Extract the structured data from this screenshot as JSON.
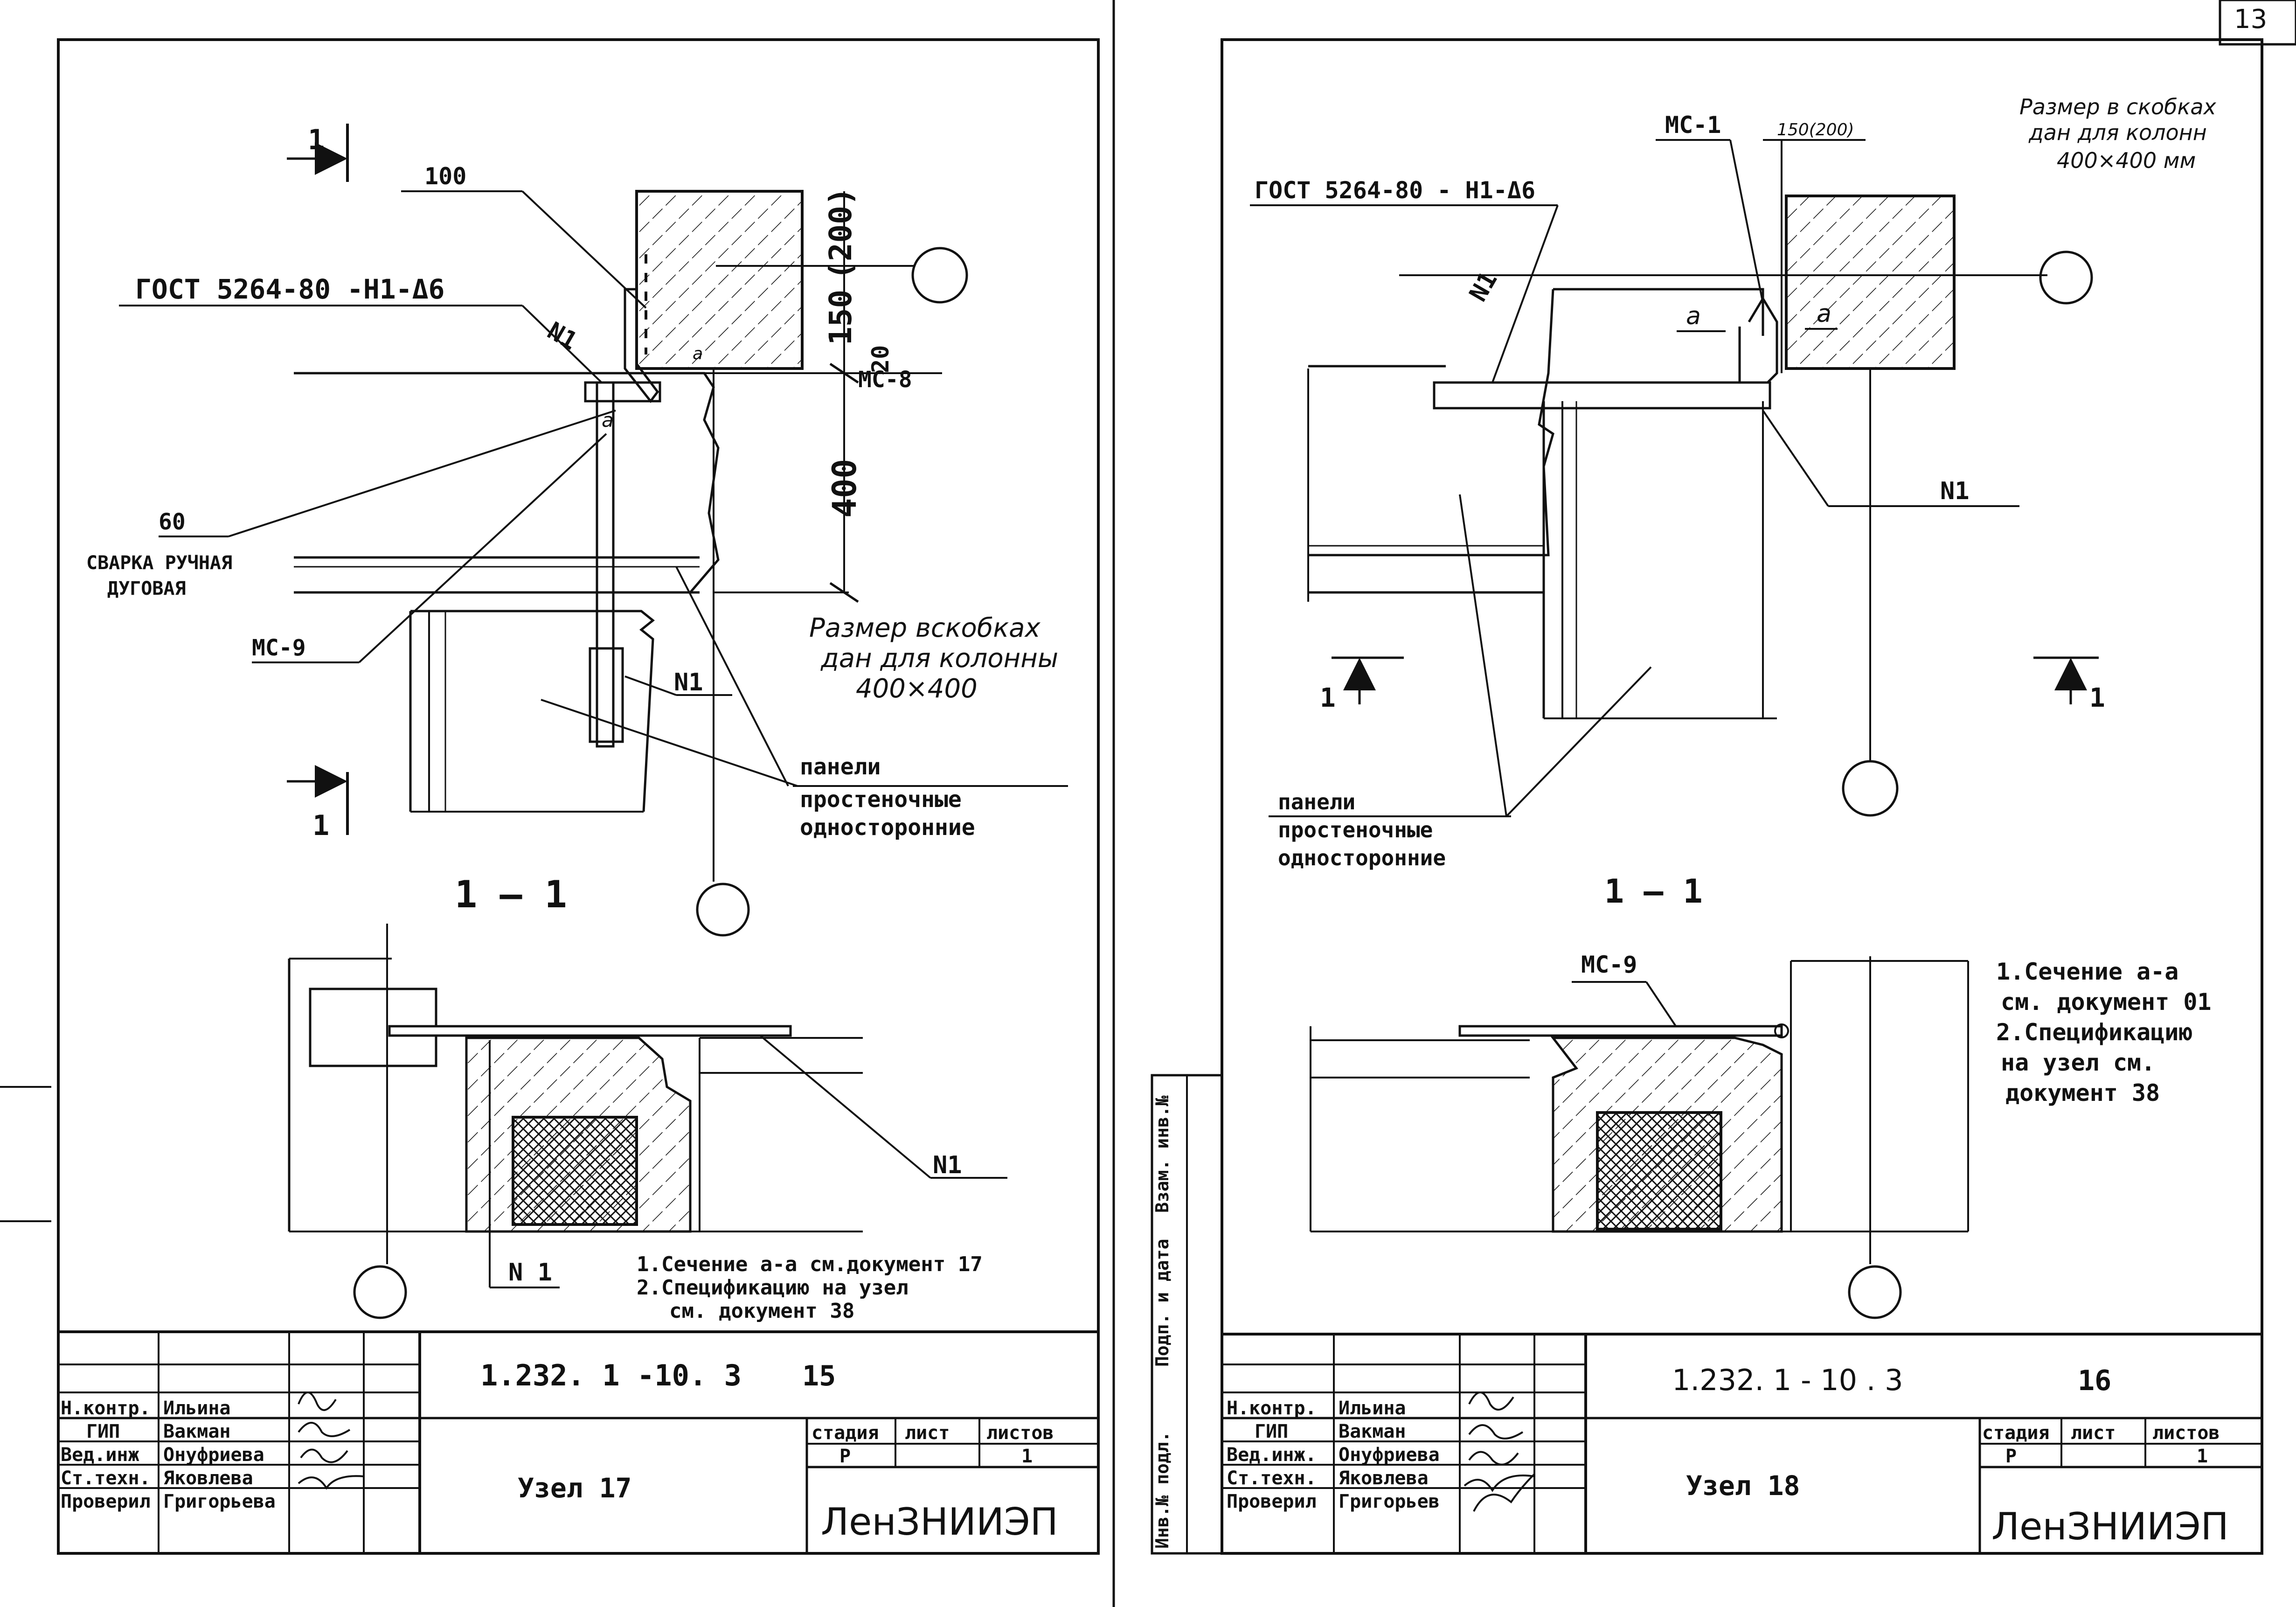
{
  "page_number": "13",
  "left_sheet": {
    "section_arrow_label": "1",
    "section_arrow_label_bottom": "1",
    "callout_100": "100",
    "callout_gost": "ГОСТ 5264-80 -Н1-Δ6",
    "callout_n1_diag": "N1",
    "dim_150": "150",
    "dim_200": "(200)",
    "dim_20": "20",
    "dim_400": "400",
    "label_mc8": "МС-8",
    "label_a": "a",
    "callout_60": "60",
    "weld_line1": "СВАРКА РУЧНАЯ",
    "weld_line2": "ДУГОВАЯ",
    "label_mc9": "МС-9",
    "label_n1": "N1",
    "size_note_line1": "Размер вскобках",
    "size_note_line2": "дан для колонны",
    "size_note_line3": "400×400",
    "panels_line1": "панели",
    "panels_line2": "простеночные",
    "panels_line3": "односторонние",
    "section_title": "1 — 1",
    "plan_n1_right": "N1",
    "plan_n1_bottom": "N 1",
    "notes_line1": "1.Сечение  a-a  см.документ 17",
    "notes_line2": "2.Спецификацию  на узел",
    "notes_line3": "см.  документ 38",
    "title_block": {
      "code": "1.232. 1 -10. 3",
      "sheet_no": "15",
      "staff": [
        {
          "role": "Н.контр.",
          "name": "Ильина"
        },
        {
          "role": "ГИП",
          "name": "Вакман"
        },
        {
          "role": "Вед.инж",
          "name": "Онуфриева"
        },
        {
          "role": "Ст.техн.",
          "name": "Яковлева"
        },
        {
          "role": "Проверил",
          "name": "Григорьева"
        }
      ],
      "stage_label": "стадия",
      "list_label": "лист",
      "lists_label": "листов",
      "stage_value": "Р",
      "lists_value": "1",
      "node_title": "Узел  17",
      "org": "ЛенЗНИИЭП"
    }
  },
  "right_sheet": {
    "side_label_1": "Инв.№ подл.",
    "side_label_2": "Подп. и дата",
    "side_label_3": "Взам. инв.№",
    "label_mc1": "МС-1",
    "dim_150_200": "150(200)",
    "callout_gost": "ГОСТ 5264-80 - Н1-Δ6",
    "callout_n1_diag": "N1",
    "label_a_left": "a",
    "label_a_right": "a",
    "size_note_line1": "Размер в скобках",
    "size_note_line2": "дан для колонн",
    "size_note_line3": "400×400 мм",
    "label_n1": "N1",
    "section_mark_left": "1",
    "section_mark_right": "1",
    "panels_line1": "панели",
    "panels_line2": "простеночные",
    "panels_line3": "односторонние",
    "section_title": "1 — 1",
    "label_mc9": "МС-9",
    "notes_line1": "1.Сечение  a-a",
    "notes_line2": "см. документ 01",
    "notes_line3": "2.Спецификацию",
    "notes_line4": "на узел  см.",
    "notes_line5": "документ 38",
    "title_block": {
      "code": "1.232. 1  - 10 . 3",
      "sheet_no": "16",
      "staff": [
        {
          "role": "Н.контр.",
          "name": "Ильина"
        },
        {
          "role": "ГИП",
          "name": "Вакман"
        },
        {
          "role": "Вед.инж.",
          "name": "Онуфриева"
        },
        {
          "role": "Ст.техн.",
          "name": "Яковлева"
        },
        {
          "role": "Проверил",
          "name": "Григорьев"
        }
      ],
      "stage_label": "стадия",
      "list_label": "лист",
      "lists_label": "листов",
      "stage_value": "Р",
      "lists_value": "1",
      "node_title": "Узел  18",
      "org": "ЛенЗНИИЭП"
    }
  }
}
